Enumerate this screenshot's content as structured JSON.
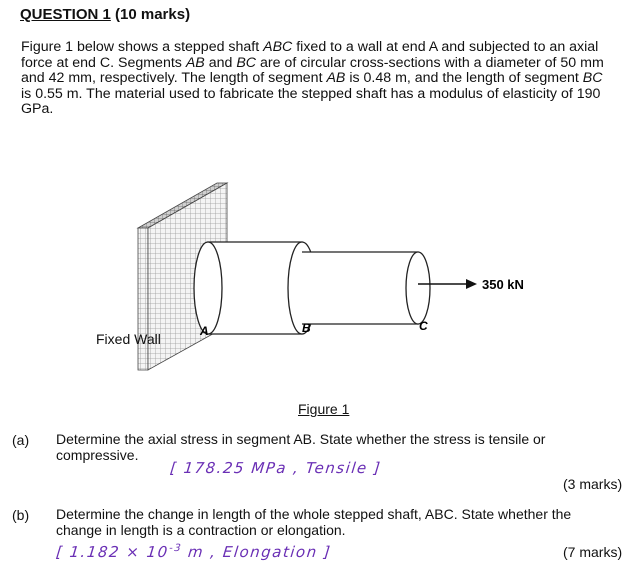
{
  "question": {
    "title": "QUESTION 1",
    "marks_total": "(10 marks)",
    "intro_lines": [
      [
        "Figure 1 below shows a stepped shaft ",
        {
          "i": "ABC"
        },
        " fixed to a wall at end A and subjected to an axial"
      ],
      [
        "force at end C. Segments ",
        {
          "i": "AB"
        },
        " and ",
        {
          "i": "BC"
        },
        " are of circular cross-sections with a diameter of 50 mm"
      ],
      [
        "and 42 mm, respectively. The length of segment ",
        {
          "i": "AB"
        },
        " is 0.48 m, and the length of segment ",
        {
          "i": "BC"
        }
      ],
      [
        "is 0.55 m. The material used to fabricate the stepped shaft has a modulus of elasticity of 190"
      ],
      [
        "GPa."
      ]
    ]
  },
  "figure": {
    "wall_label": "Fixed Wall",
    "point_a": "A",
    "point_b": "B",
    "point_c": "C",
    "force_label": "350 kN",
    "caption": "Figure 1"
  },
  "parts": [
    {
      "label": "(a)",
      "text_line1": "Determine the axial stress in segment AB. State whether the stress is tensile or",
      "text_line2": "compressive.",
      "handwritten_answer": "[ 178.25 MPa , Tensile ]",
      "marks": "(3 marks)"
    },
    {
      "label": "(b)",
      "text_line1": "Determine the change in length of the whole stepped shaft, ABC. State whether the",
      "text_line2": "change in length is a contraction or elongation.",
      "handwritten_answer_prefix": "[ 1.182 × 10",
      "handwritten_answer_exp": "-3",
      "handwritten_answer_suffix": "m , Elongation ]",
      "marks": "(7 marks)"
    }
  ],
  "colors": {
    "handwriting": "#6a2fb5",
    "text": "#111111"
  }
}
